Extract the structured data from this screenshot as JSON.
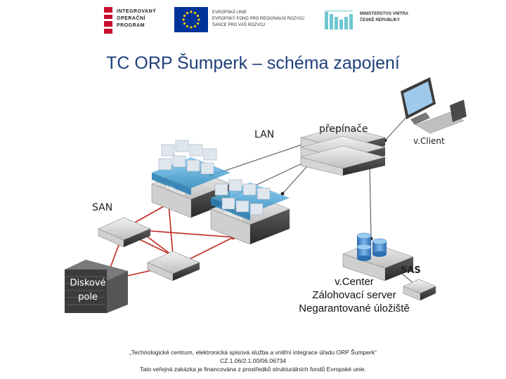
{
  "header": {
    "logo_iop_lines": [
      "INTEGROVANÝ",
      "OPERAČNÍ",
      "PROGRAM"
    ],
    "logo_eu_lines": [
      "EVROPSKÁ UNIE",
      "EVROPSKÝ FOND PRO REGIONÁLNÍ ROZVOJ",
      "ŠANCE PRO VÁŠ ROZVOJ"
    ],
    "logo_mv_lines": [
      "MINISTERSTVO VNITRA",
      "ČESKÉ REPUBLIKY"
    ]
  },
  "title": "TC ORP Šumperk – schéma zapojení",
  "labels": {
    "lan": "LAN",
    "switches": "přepínače",
    "vclient": "v.Client",
    "san": "SAN",
    "sas": "SAS",
    "disk_array_line1": "Diskové",
    "disk_array_line2": "pole",
    "vcenter_line1": "v.Center",
    "vcenter_line2": "Zálohovací server",
    "vcenter_line3": "Negarantované úložiště",
    "vm": "VM",
    "vmware": "VMware"
  },
  "footer": {
    "line1": "„Technologické centrum, elektronická spisová služba a vnitřní integrace úřadu ORP Šumperk“",
    "line2": "CZ.1.06/2.1.00/06.06734",
    "line3": "Tato veřejná zakázka je financována z prostředků strukturálních fondů Evropské unie."
  },
  "colors": {
    "title": "#1f3f7a",
    "link_line": "#c0281e",
    "node_dot": "#c0281e",
    "vm_layer": "#4aa3d6"
  }
}
